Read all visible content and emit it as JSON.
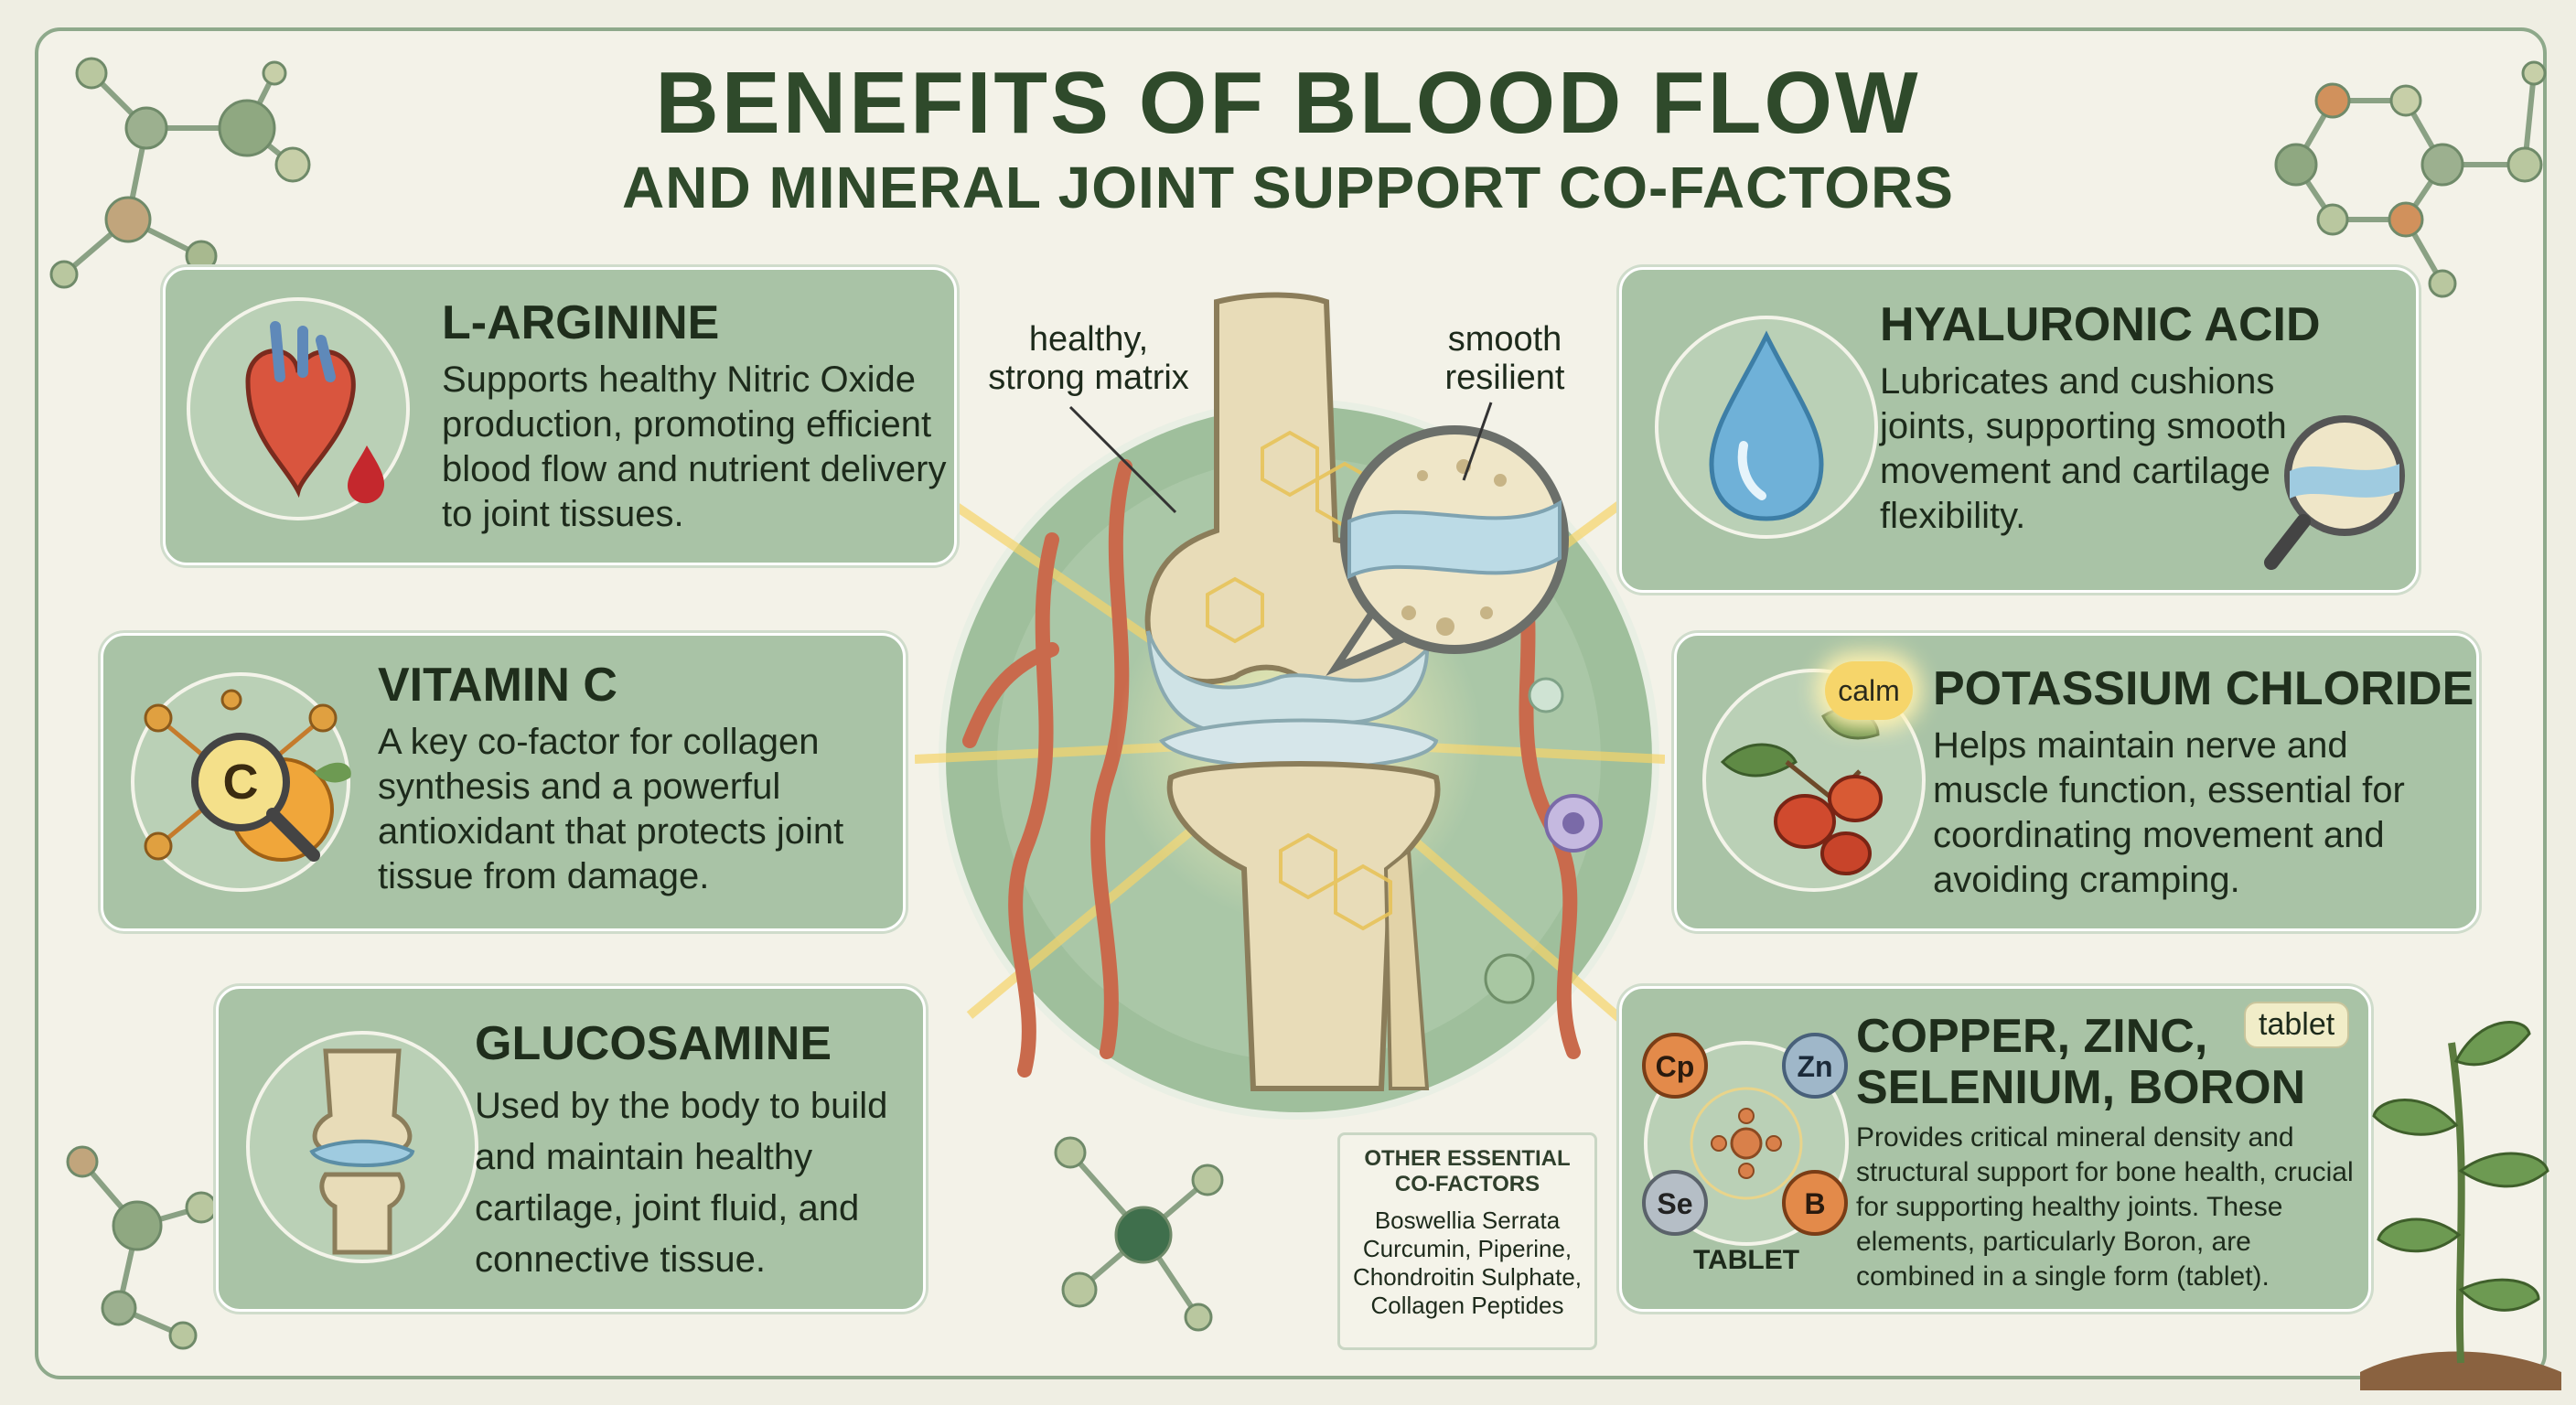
{
  "title": {
    "line1": "BENEFITS OF BLOOD FLOW",
    "line2": "AND MINERAL JOINT SUPPORT CO-FACTORS"
  },
  "cards": {
    "l_arginine": {
      "title": "L-ARGININE",
      "text": "Supports healthy Nitric Oxide production, promoting efficient blood flow and nutrient delivery to joint tissues."
    },
    "vitamin_c": {
      "title": "VITAMIN C",
      "text": "A key co-factor for collagen synthesis and a powerful antioxidant that protects joint tissue from damage.",
      "icon_letter": "C"
    },
    "glucosamine": {
      "title": "GLUCOSAMINE",
      "text": "Used by the body to build and maintain healthy cartilage, joint fluid, and connective tissue."
    },
    "hyaluronic_acid": {
      "title": "HYALURONIC ACID",
      "text": "Lubricates and cushions joints, supporting smooth movement and cartilage flexibility."
    },
    "potassium_chloride": {
      "title": "POTASSIUM CHLORIDE",
      "text": "Helps maintain nerve and muscle function, essential for coordinating movement and avoiding cramping.",
      "badge": "calm"
    },
    "minerals": {
      "title_line1": "COPPER, ZINC,",
      "title_line2": "SELENIUM, BORON",
      "text": "Provides critical mineral density and structural support for bone health, crucial for supporting healthy joints. These elements, particularly Boron, are combined in a single form (tablet).",
      "tag": "tablet",
      "icon_caption": "TABLET",
      "elements": [
        "Cp",
        "Zn",
        "Se",
        "B"
      ]
    }
  },
  "center_labels": {
    "left": "healthy,\nstrong matrix",
    "right": "smooth\nresilient"
  },
  "other_cofactors": {
    "heading_line1": "OTHER ESSENTIAL",
    "heading_line2": "CO-FACTORS",
    "items": [
      "Boswellia Serrata",
      "Curcumin, Piperine,",
      "Chondroitin Sulphate,",
      "Collagen Peptides"
    ]
  },
  "colors": {
    "card_bg": "#a9c3a6",
    "title": "#2f4a2b",
    "bone": "#e8dcb8",
    "vessel": "#c96a4c",
    "accent_glow": "#f6d56a"
  },
  "icons": [
    "heart-icon",
    "vitamin-c-icon",
    "knee-joint-icon",
    "water-drop-icon",
    "magnifier-icon",
    "rosehip-icon",
    "minerals-icon",
    "molecule-icon",
    "plant-icon"
  ]
}
